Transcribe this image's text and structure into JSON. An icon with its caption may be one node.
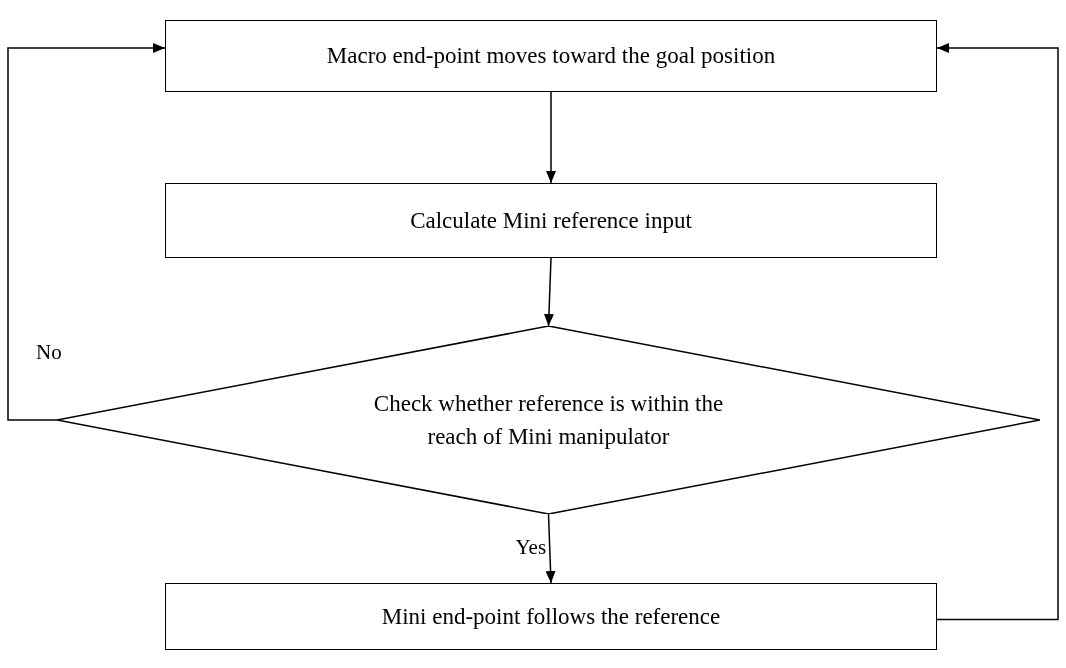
{
  "diagram": {
    "nodes": [
      {
        "text": [
          "Macro end-point moves toward the goal position"
        ]
      },
      {
        "text": [
          "Calculate Mini reference input"
        ]
      },
      {
        "text": [
          "Check whether reference is within the reach of Mini manipulator"
        ]
      },
      {
        "text": [
          "Mini end-point follows the reference"
        ]
      }
    ],
    "edges": [
      {
        "from": 0,
        "to": 1,
        "arrow": "to"
      },
      {
        "from": 1,
        "to": 2,
        "arrow": "to"
      },
      {
        "from": 2,
        "to": 0,
        "arrow": "to",
        "label": "No"
      },
      {
        "from": 2,
        "to": 3,
        "arrow": "to",
        "label": "Yes"
      },
      {
        "from": 3,
        "to": 0,
        "arrow": "to"
      }
    ]
  }
}
